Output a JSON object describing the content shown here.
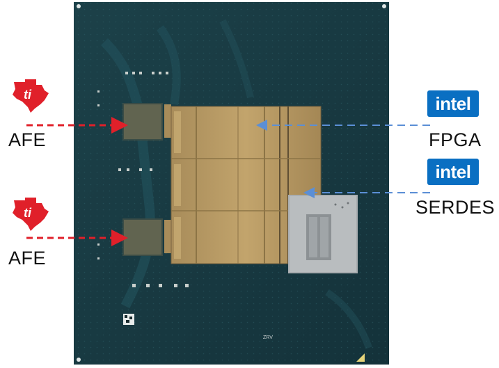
{
  "labels": {
    "afe_top": "AFE",
    "afe_bottom": "AFE",
    "fpga": "FPGA",
    "serdes": "SERDES",
    "package_marking": "ZRV"
  },
  "logos": {
    "intel_text": "intel",
    "intel_color": "#0a6fc2",
    "ti_color": "#e0202a",
    "ti_icon": "texas-instruments-logo"
  },
  "colors": {
    "substrate": "#173b42",
    "die_gold": "#b99b63",
    "serdes_tile": "#a9adb0",
    "afe_arrow": "#e0202a",
    "intel_arrow": "#5b8fd6"
  }
}
